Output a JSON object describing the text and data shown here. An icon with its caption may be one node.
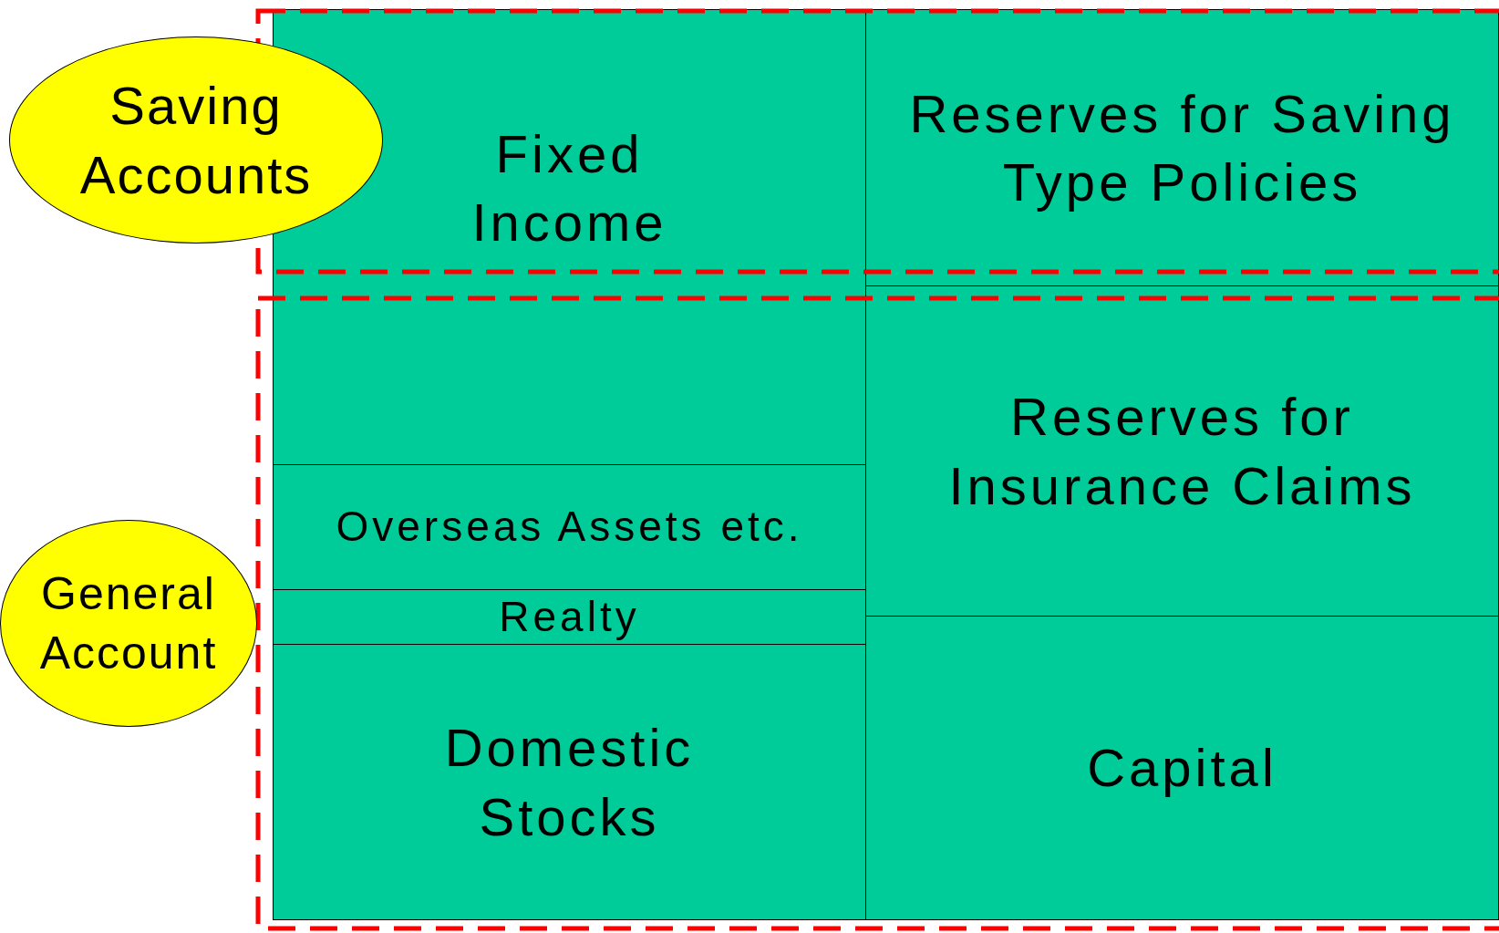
{
  "diagram": {
    "nodes": [
      {
        "text": [
          "Saving Accounts"
        ]
      },
      {
        "text": [
          "General Account"
        ]
      },
      {
        "text": [
          "Fixed Income"
        ]
      },
      {
        "text": [
          "Overseas Assets etc."
        ]
      },
      {
        "text": [
          "Realty"
        ]
      },
      {
        "text": [
          "Domestic Stocks"
        ]
      },
      {
        "text": [
          "Reserves for Saving Type Policies"
        ]
      },
      {
        "text": [
          "Reserves for Insurance Claims"
        ]
      },
      {
        "text": [
          "Capital"
        ]
      }
    ],
    "edges": []
  }
}
